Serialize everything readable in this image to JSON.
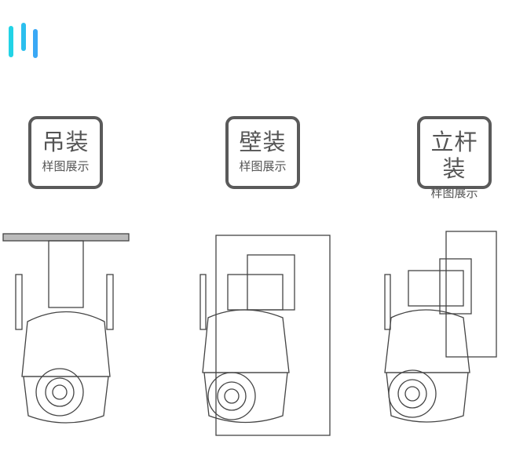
{
  "logo_colors": [
    "#22d3e6",
    "#2bbfee",
    "#3aa8f5"
  ],
  "panels": [
    {
      "title": "吊装",
      "subtitle": "样图展示"
    },
    {
      "title": "壁装",
      "subtitle": "样图展示"
    },
    {
      "title": "立杆装",
      "subtitle": "样图展示"
    }
  ]
}
